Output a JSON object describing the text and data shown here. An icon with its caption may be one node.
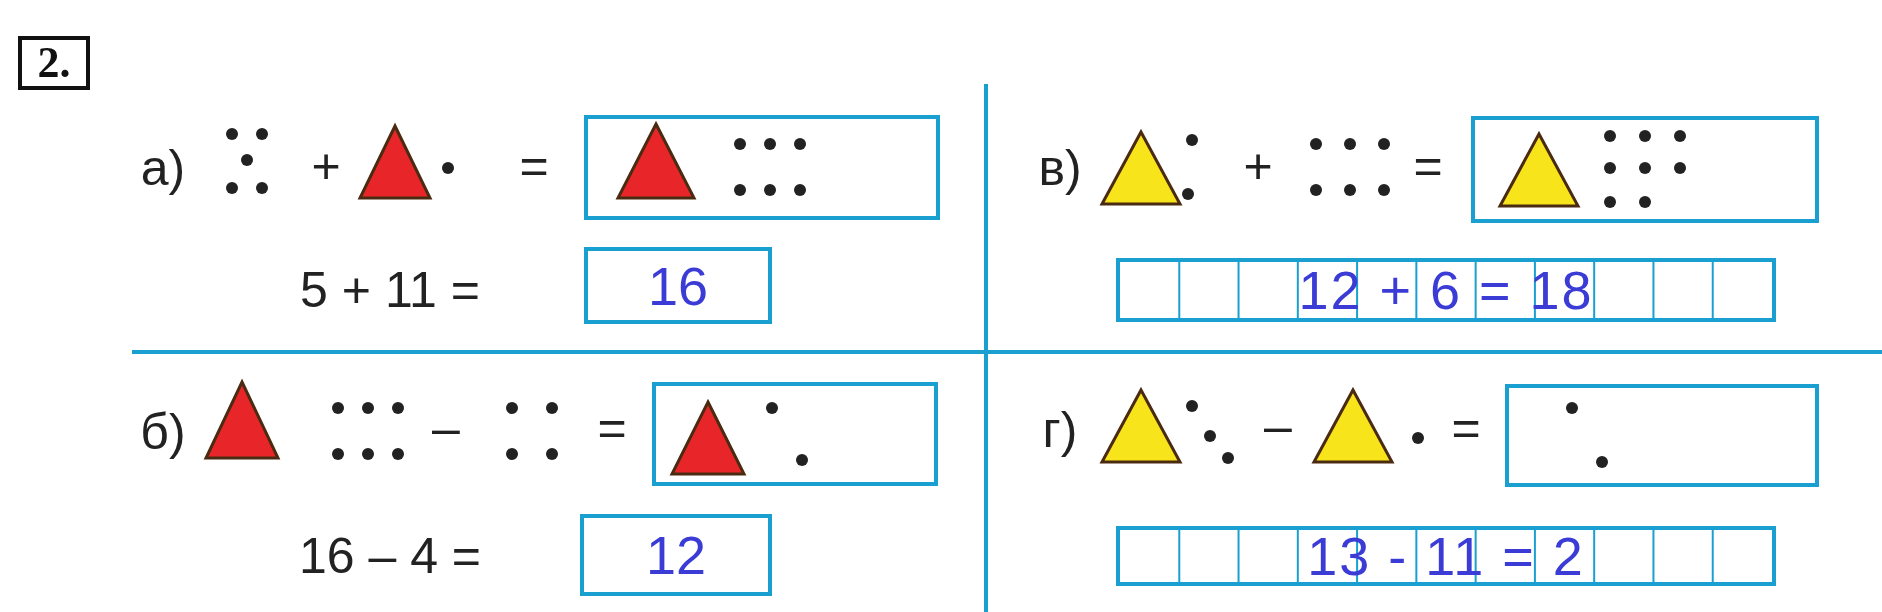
{
  "diagram": {
    "nodes": [
      {
        "text": [
          "2."
        ]
      },
      {
        "text": [],
        "shape": "box"
      },
      {
        "text": [
          "16"
        ]
      },
      {
        "text": [],
        "shape": "box"
      },
      {
        "text": [
          "12"
        ]
      },
      {
        "text": [],
        "shape": "box"
      },
      {
        "text": [
          "12 + 6 = 18"
        ]
      },
      {
        "text": [],
        "shape": "box"
      },
      {
        "text": [
          "13 - 11 = 2"
        ]
      }
    ],
    "edges": [],
    "labels": [
      "а)",
      "+",
      "=",
      "5 + 11 =",
      "б)",
      "–",
      "=",
      "16 – 4 =",
      "в)",
      "+",
      "=",
      "г)",
      "–",
      "="
    ]
  }
}
